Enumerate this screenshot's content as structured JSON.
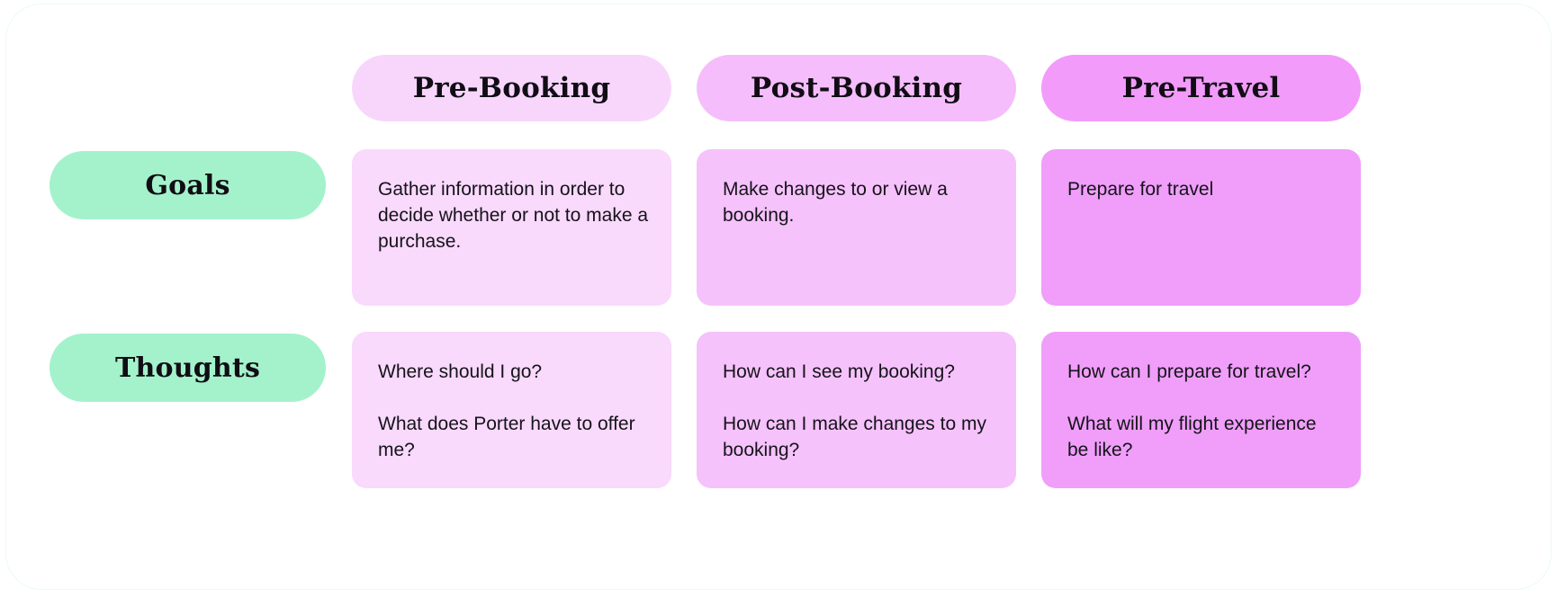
{
  "board": {
    "row_header_color": "#A4F2CB",
    "columns": [
      {
        "label": "Pre-Booking",
        "header_color": "#F8D6FC",
        "cell_color": "#F9D9FC"
      },
      {
        "label": "Post-Booking",
        "header_color": "#F5BDFB",
        "cell_color": "#F6C2FB"
      },
      {
        "label": "Pre-Travel",
        "header_color": "#F29BFA",
        "cell_color": "#F09EFA"
      }
    ],
    "rows": [
      {
        "label": "Goals",
        "cells": [
          {
            "paragraphs": [
              "Gather information in order to decide whether or not to make a purchase."
            ]
          },
          {
            "paragraphs": [
              "Make changes to or view a booking."
            ]
          },
          {
            "paragraphs": [
              "Prepare for travel"
            ]
          }
        ]
      },
      {
        "label": "Thoughts",
        "cells": [
          {
            "paragraphs": [
              "Where should I go?",
              "What does Porter have to offer me?"
            ]
          },
          {
            "paragraphs": [
              "How can I see my booking?",
              "How can I make changes to my booking?"
            ]
          },
          {
            "paragraphs": [
              "How can I prepare for travel?",
              "What will my flight experience be like?"
            ]
          }
        ]
      }
    ]
  }
}
